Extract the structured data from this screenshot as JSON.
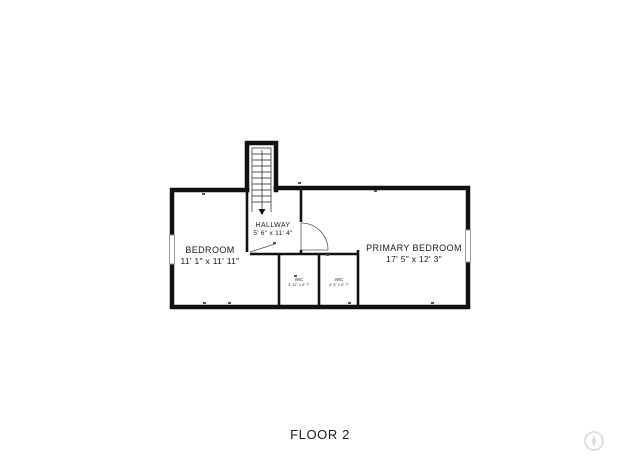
{
  "floor": {
    "label": "FLOOR 2"
  },
  "rooms": [
    {
      "id": "bedroom",
      "name": "BEDROOM",
      "dims": "11' 1\" x 11' 11\""
    },
    {
      "id": "hallway",
      "name": "HALLWAY",
      "dims": "5' 6\" x 11' 4\""
    },
    {
      "id": "primary",
      "name": "PRIMARY BEDROOM",
      "dims": "17' 5\" x 12' 3\""
    },
    {
      "id": "wic1",
      "name": "WIC",
      "dims": "3' 11\" x 5' 7\""
    },
    {
      "id": "wic2",
      "name": "WIC",
      "dims": "4' 3\" x 5' 7\""
    }
  ],
  "colors": {
    "wall": "#111111",
    "window": "#9a9a9a",
    "background": "#ffffff"
  },
  "icons": {
    "watermark": "compass-logo-icon",
    "stairs_arrow": "arrow-down-icon"
  }
}
